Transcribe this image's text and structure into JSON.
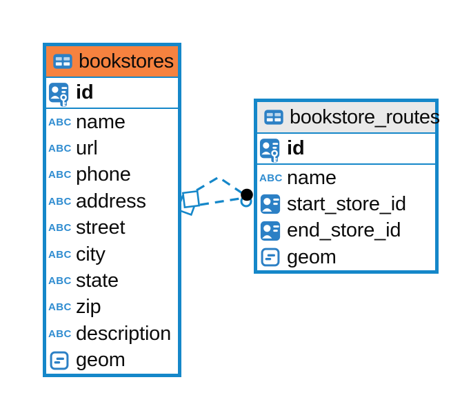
{
  "diagram_type": "database-schema",
  "colors": {
    "canvas": "#FFFFFF",
    "accent-blue": "#1587C9",
    "icon-blue": "#2C80C5",
    "abc-blue": "#2F8CD0",
    "header-orange": "#F6823F",
    "header-gray": "#E9E9E9",
    "text": "#0B0B0B",
    "connector-dot": "#000000"
  },
  "icons": {
    "text_abc": "ABC"
  },
  "tables": [
    {
      "name": "bookstores",
      "header_style": "orange",
      "header_color": "#F6823F",
      "primary_key": {
        "name": "id",
        "icon": "primary-key-icon"
      },
      "fields": [
        {
          "name": "name",
          "type": "text",
          "icon": "text-abc-icon"
        },
        {
          "name": "url",
          "type": "text",
          "icon": "text-abc-icon"
        },
        {
          "name": "phone",
          "type": "text",
          "icon": "text-abc-icon"
        },
        {
          "name": "address",
          "type": "text",
          "icon": "text-abc-icon"
        },
        {
          "name": "street",
          "type": "text",
          "icon": "text-abc-icon"
        },
        {
          "name": "city",
          "type": "text",
          "icon": "text-abc-icon"
        },
        {
          "name": "state",
          "type": "text",
          "icon": "text-abc-icon"
        },
        {
          "name": "zip",
          "type": "text",
          "icon": "text-abc-icon"
        },
        {
          "name": "description",
          "type": "text",
          "icon": "text-abc-icon"
        },
        {
          "name": "geom",
          "type": "geometry",
          "icon": "geometry-icon"
        }
      ]
    },
    {
      "name": "bookstore_routes",
      "header_style": "gray",
      "header_color": "#E9E9E9",
      "primary_key": {
        "name": "id",
        "icon": "primary-key-icon"
      },
      "fields": [
        {
          "name": "name",
          "type": "text",
          "icon": "text-abc-icon"
        },
        {
          "name": "start_store_id",
          "type": "reference",
          "icon": "foreign-key-icon"
        },
        {
          "name": "end_store_id",
          "type": "reference",
          "icon": "foreign-key-icon"
        },
        {
          "name": "geom",
          "type": "geometry",
          "icon": "geometry-icon"
        }
      ]
    }
  ],
  "connectors": [
    {
      "style": "dashed",
      "from_table": "bookstores",
      "to_table": "bookstore_routes",
      "start_marker": "diamond",
      "end_marker": "dot"
    },
    {
      "style": "dashed",
      "from_table": "bookstores",
      "to_table": "bookstore_routes",
      "start_marker": "diamond",
      "end_marker": "dot"
    }
  ]
}
